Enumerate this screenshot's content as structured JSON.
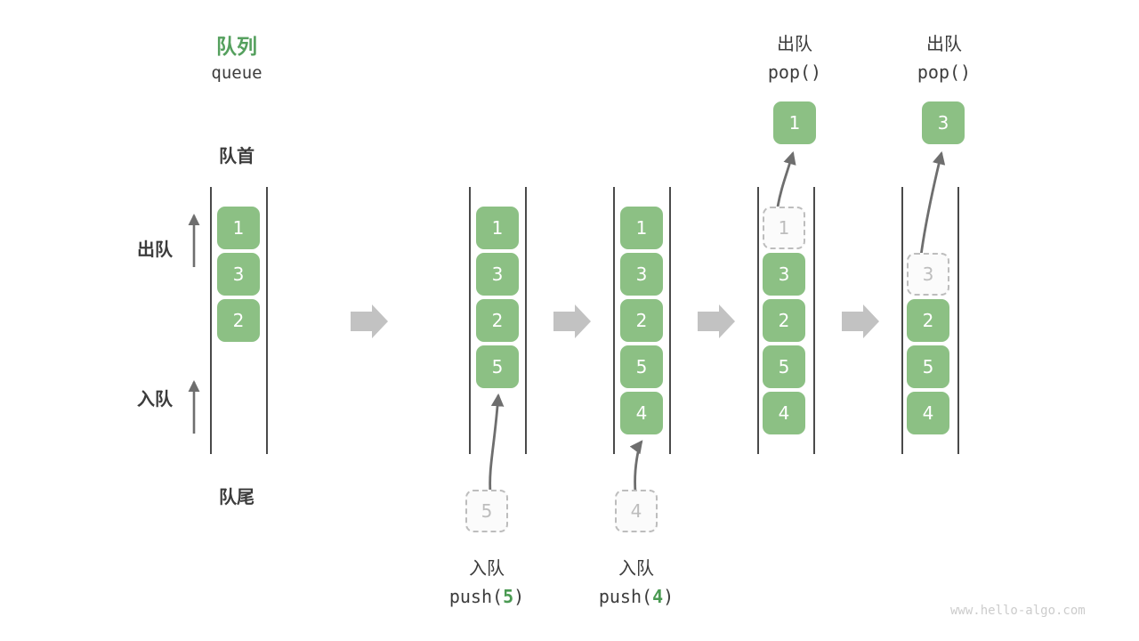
{
  "meta": {
    "watermark": "www.hello-algo.com",
    "colors": {
      "accent_green": "#8cc084",
      "title_green": "#55a05e",
      "ghost_gray": "#bdbdbd",
      "rail_gray": "#4a4a4a",
      "connector_gray": "#c2c2c2",
      "text_dark": "#3c3c3c"
    }
  },
  "legend": {
    "title_cn": "队列",
    "title_en": "queue",
    "head_label": "队首",
    "tail_label": "队尾",
    "dequeue_label": "出队",
    "enqueue_label": "入队"
  },
  "operations": {
    "push_cn": "入队",
    "pop_cn": "出队",
    "push5_code_pre": "push(",
    "push5_code_val": "5",
    "push5_code_post": ")",
    "push4_code_pre": "push(",
    "push4_code_val": "4",
    "push4_code_post": ")",
    "pop_code": "pop()"
  },
  "states": [
    {
      "id": "state-initial",
      "cells": [
        "1",
        "3",
        "2"
      ],
      "ghost_index": -1
    },
    {
      "id": "state-after-push-5",
      "cells": [
        "1",
        "3",
        "2",
        "5"
      ],
      "ghost_index": -1,
      "incoming_value": "5"
    },
    {
      "id": "state-after-push-4",
      "cells": [
        "1",
        "3",
        "2",
        "5",
        "4"
      ],
      "ghost_index": -1,
      "incoming_value": "4"
    },
    {
      "id": "state-after-pop-1",
      "cells": [
        "1",
        "3",
        "2",
        "5",
        "4"
      ],
      "ghost_index": 0,
      "popped_value": "1"
    },
    {
      "id": "state-after-pop-3",
      "cells": [
        "",
        "3",
        "2",
        "5",
        "4"
      ],
      "ghost_index": 1,
      "popped_value": "3"
    }
  ],
  "cell_values": {
    "c1_0": "1",
    "c1_1": "3",
    "c1_2": "2",
    "c2_0": "1",
    "c2_1": "3",
    "c2_2": "2",
    "c2_3": "5",
    "c3_0": "1",
    "c3_1": "3",
    "c3_2": "2",
    "c3_3": "5",
    "c3_4": "4",
    "c4_0": "1",
    "c4_1": "3",
    "c4_2": "2",
    "c4_3": "5",
    "c4_4": "4",
    "c5_1": "3",
    "c5_2": "2",
    "c5_3": "5",
    "c5_4": "4",
    "in5": "5",
    "in4": "4",
    "pop1": "1",
    "pop3": "3"
  }
}
